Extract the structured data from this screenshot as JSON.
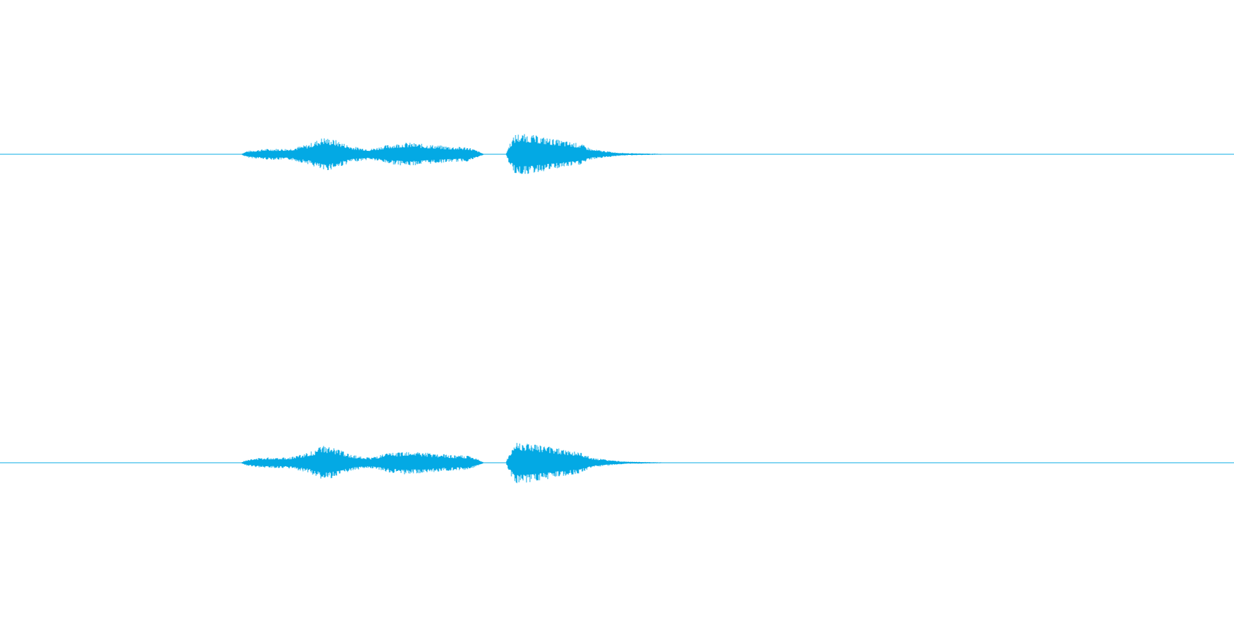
{
  "waveform": {
    "color": "#03a9e4",
    "background": "#ffffff",
    "channel_count": 2,
    "envelope": [
      {
        "t": 0.0,
        "a": 0.0
      },
      {
        "t": 0.195,
        "a": 0.0
      },
      {
        "t": 0.2,
        "a": 0.09
      },
      {
        "t": 0.215,
        "a": 0.15
      },
      {
        "t": 0.235,
        "a": 0.16
      },
      {
        "t": 0.25,
        "a": 0.28
      },
      {
        "t": 0.262,
        "a": 0.48
      },
      {
        "t": 0.272,
        "a": 0.4
      },
      {
        "t": 0.285,
        "a": 0.22
      },
      {
        "t": 0.3,
        "a": 0.15
      },
      {
        "t": 0.315,
        "a": 0.27
      },
      {
        "t": 0.33,
        "a": 0.33
      },
      {
        "t": 0.345,
        "a": 0.28
      },
      {
        "t": 0.365,
        "a": 0.22
      },
      {
        "t": 0.38,
        "a": 0.2
      },
      {
        "t": 0.388,
        "a": 0.08
      },
      {
        "t": 0.392,
        "a": 0.01
      },
      {
        "t": 0.41,
        "a": 0.01
      },
      {
        "t": 0.413,
        "a": 0.3
      },
      {
        "t": 0.418,
        "a": 0.58
      },
      {
        "t": 0.43,
        "a": 0.55
      },
      {
        "t": 0.448,
        "a": 0.43
      },
      {
        "t": 0.47,
        "a": 0.3
      },
      {
        "t": 0.48,
        "a": 0.14
      },
      {
        "t": 0.5,
        "a": 0.05
      },
      {
        "t": 0.51,
        "a": 0.03
      },
      {
        "t": 0.525,
        "a": 0.02
      },
      {
        "t": 0.54,
        "a": 0.01
      },
      {
        "t": 0.55,
        "a": 0.0
      },
      {
        "t": 1.0,
        "a": 0.0
      }
    ]
  }
}
